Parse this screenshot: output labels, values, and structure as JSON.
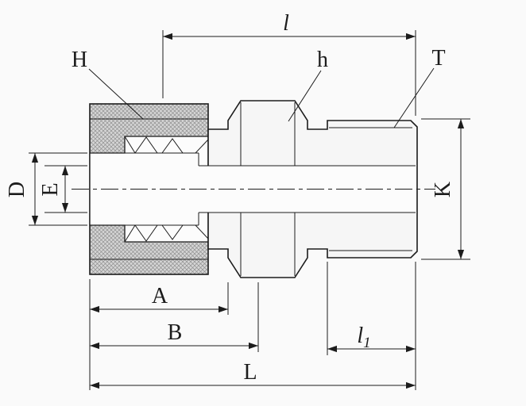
{
  "dimension_labels": {
    "length_l": "l",
    "nut_hex": "H",
    "body_hex": "h",
    "thread": "T",
    "bore_d": "D",
    "bore_e": "E",
    "dia_k": "K",
    "length_a": "A",
    "length_b": "B",
    "thread_length": {
      "main": "l",
      "sub": "1"
    },
    "overall_length": "L"
  },
  "colors": {
    "background": "#fafafa",
    "line": "#1c1c1c",
    "nut_base": "#d6d6d6",
    "nut_hatch": "#8f8f8f",
    "body_fill": "#f6f6f6",
    "cavity_fill": "#fcfcfc"
  }
}
